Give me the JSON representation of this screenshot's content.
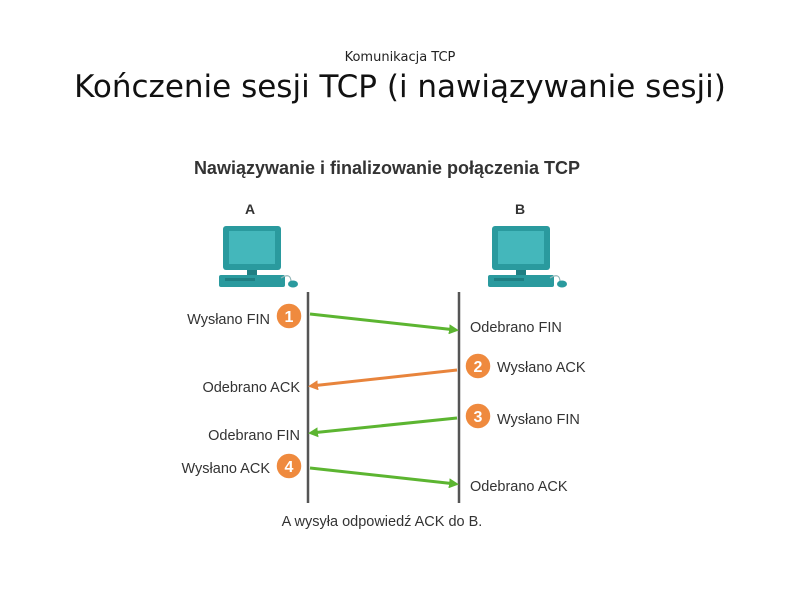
{
  "slide": {
    "kicker": "Komunikacja TCP",
    "title": "Kończenie sesji TCP (i nawiązywanie sesji)"
  },
  "diagram": {
    "heading": "Nawiązywanie i finalizowanie połączenia TCP",
    "host_a": "A",
    "host_b": "B",
    "caption": "A wysyła odpowiedź ACK do B.",
    "colors": {
      "fin": "#5cb531",
      "ack": "#e8843c",
      "badge": "#ef8a3e",
      "computer": "#2a9a9e"
    },
    "steps": [
      {
        "num": "1",
        "left_label": "Wysłano FIN",
        "right_label": "Odebrano FIN",
        "kind": "fin",
        "direction": "a-to-b"
      },
      {
        "num": "2",
        "left_label": "Odebrano ACK",
        "right_label": "Wysłano ACK",
        "kind": "ack",
        "direction": "b-to-a"
      },
      {
        "num": "3",
        "left_label": "Odebrano FIN",
        "right_label": "Wysłano FIN",
        "kind": "fin",
        "direction": "b-to-a"
      },
      {
        "num": "4",
        "left_label": "Wysłano ACK",
        "right_label": "Odebrano ACK",
        "kind": "fin",
        "direction": "a-to-b"
      }
    ]
  }
}
